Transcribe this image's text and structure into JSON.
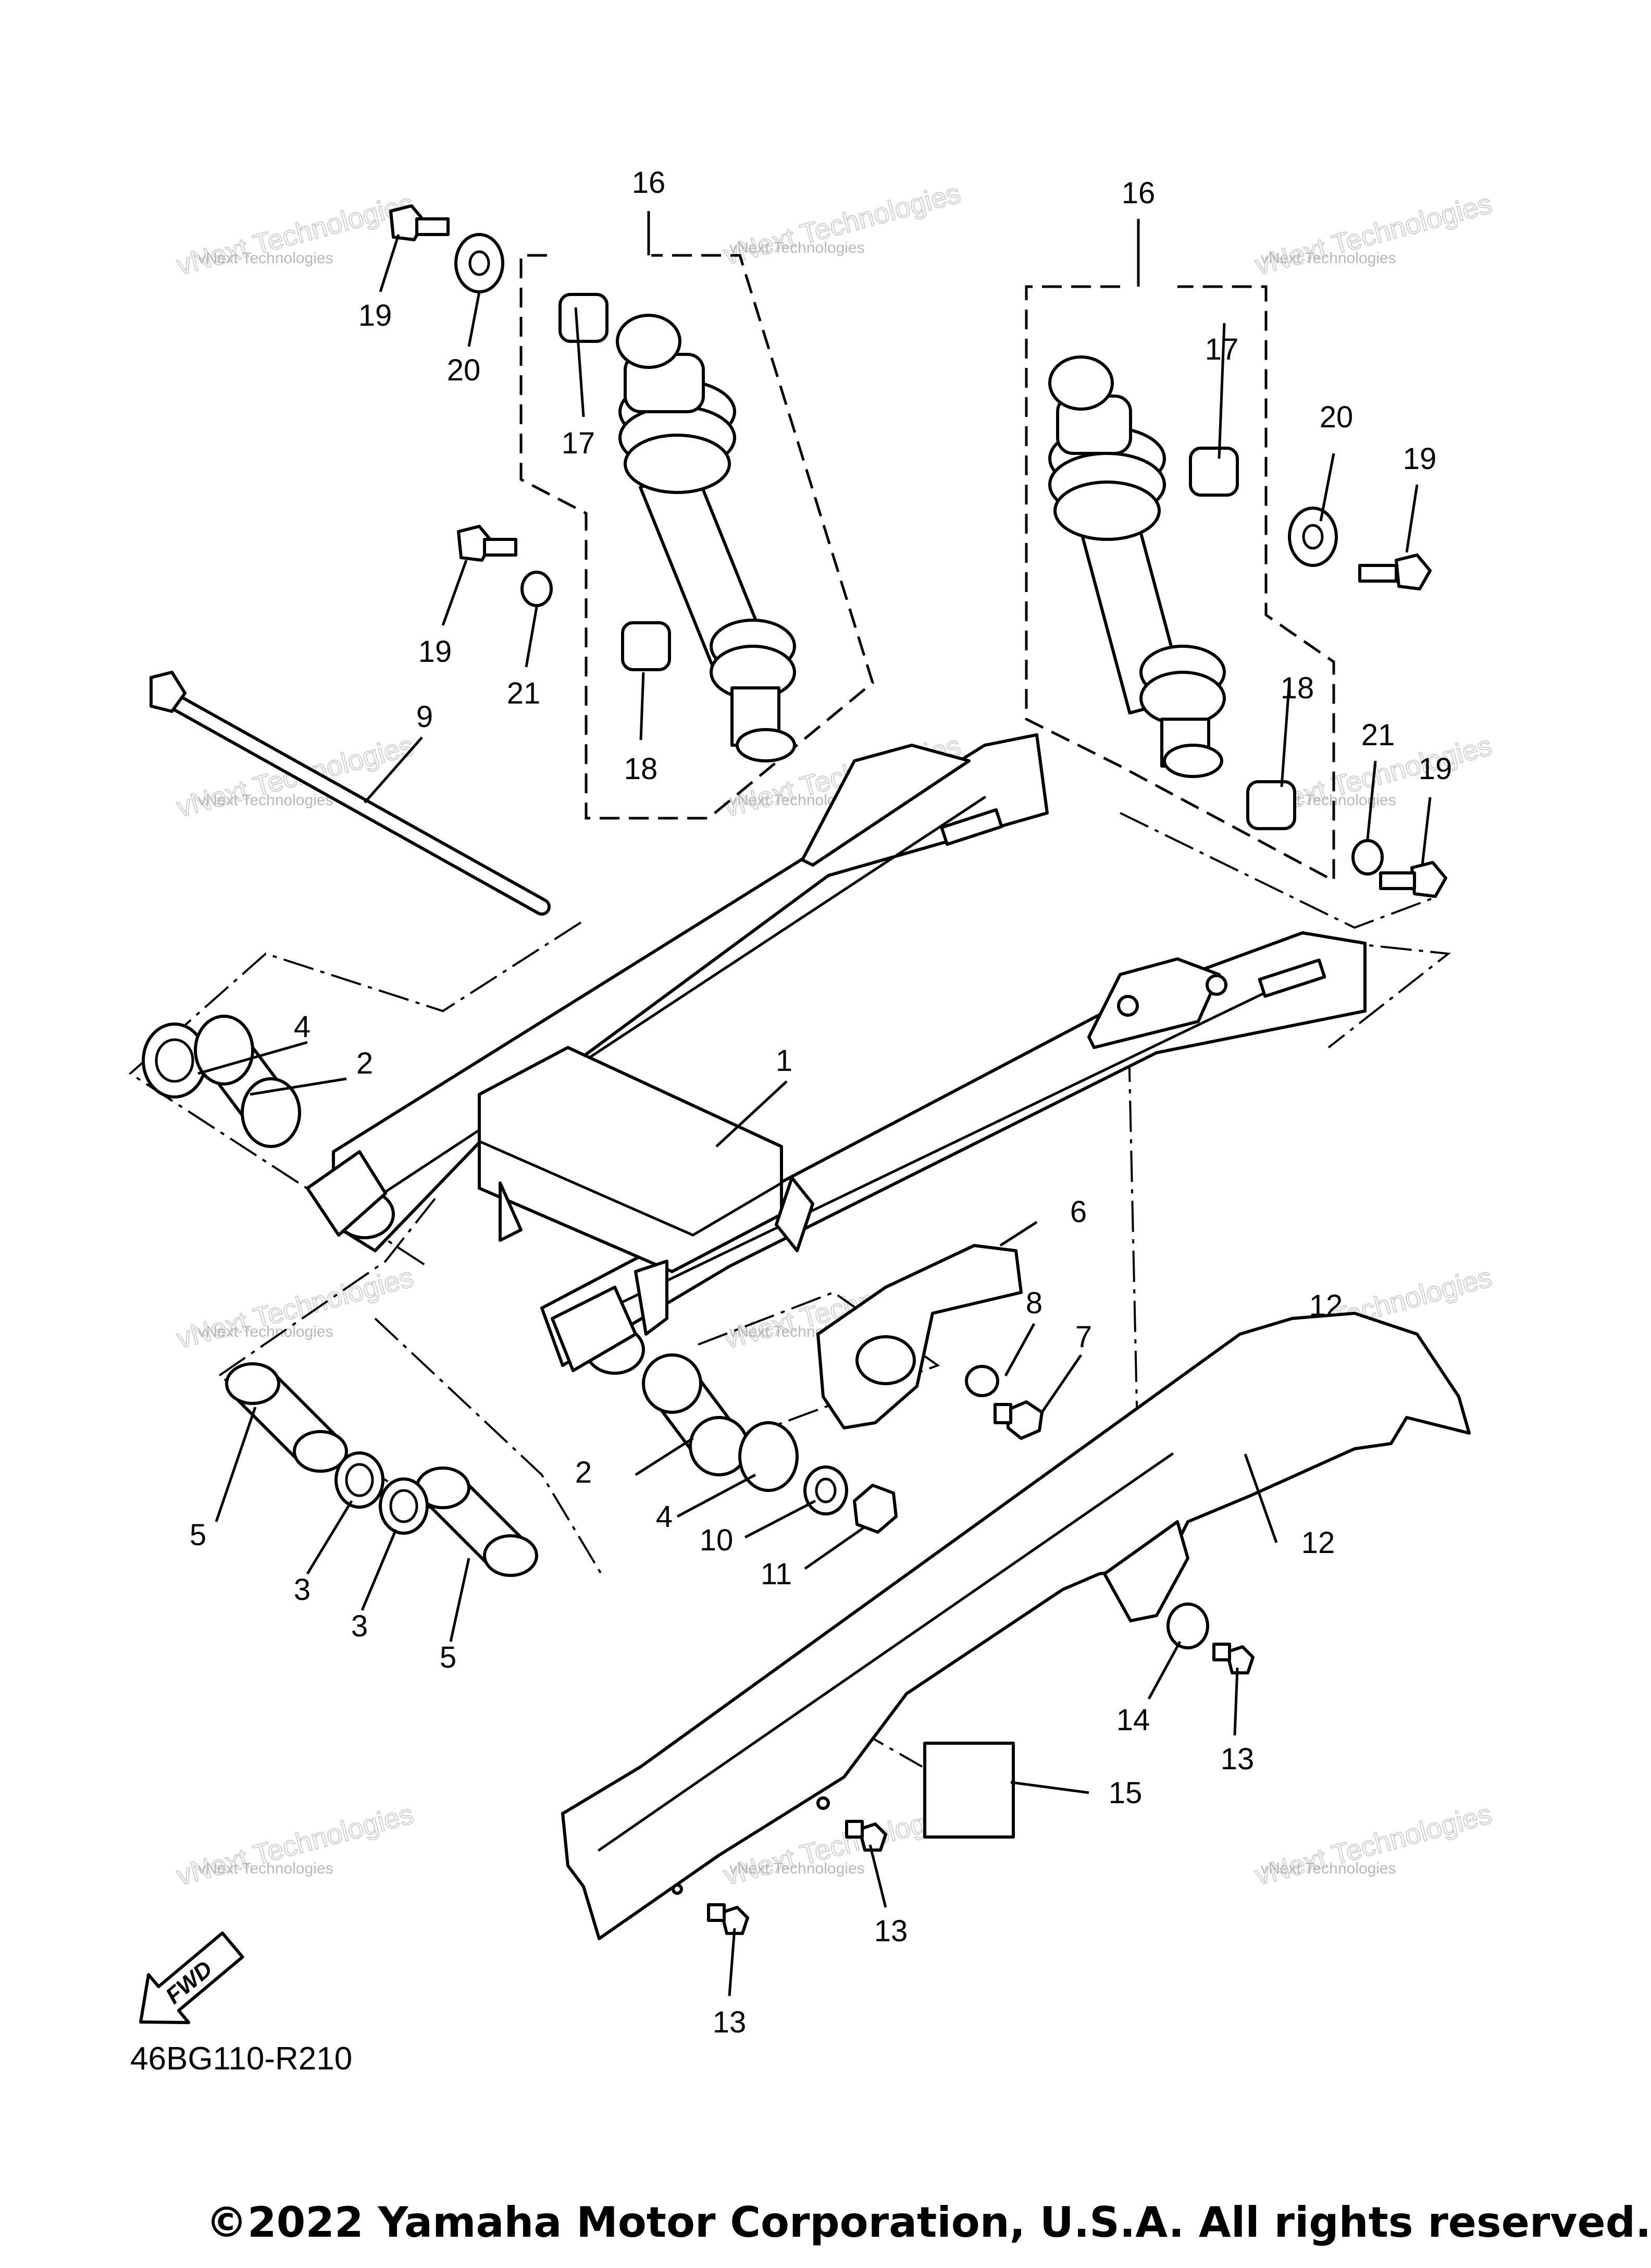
{
  "diagram": {
    "code": "46BG110-R210",
    "copyright": "©2022 Yamaha Motor Corporation, U.S.A. All rights reserved.",
    "direction_marker": "FWD"
  },
  "watermark": {
    "line1": "vNext Technologies",
    "line2": "vNext Technologies"
  },
  "callouts": {
    "c1": "1",
    "c2a": "2",
    "c2b": "2",
    "c3a": "3",
    "c3b": "3",
    "c4a": "4",
    "c4b": "4",
    "c5a": "5",
    "c5b": "5",
    "c6": "6",
    "c7": "7",
    "c8": "8",
    "c9": "9",
    "c10": "10",
    "c11": "11",
    "c12": "12",
    "c13a": "13",
    "c13b": "13",
    "c13c": "13",
    "c14": "14",
    "c15": "15",
    "c16a": "16",
    "c16b": "16",
    "c17a": "17",
    "c17b": "17",
    "c18a": "18",
    "c18b": "18",
    "c19a": "19",
    "c19b": "19",
    "c19c": "19",
    "c19d": "19",
    "c20a": "20",
    "c20b": "20",
    "c21a": "21",
    "c21b": "21"
  }
}
